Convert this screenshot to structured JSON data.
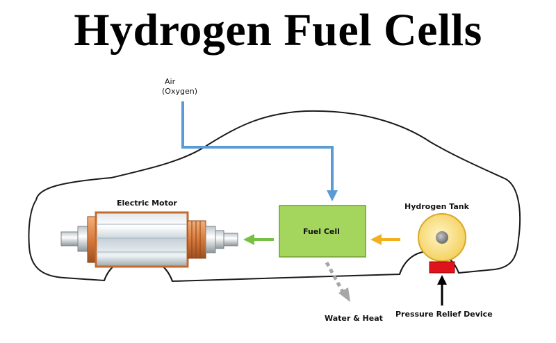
{
  "title": "Hydrogen Fuel Cells",
  "labels": {
    "air": "Air",
    "oxygen": "(Oxygen)",
    "electric_motor": "Electric Motor",
    "fuel_cell": "Fuel Cell",
    "hydrogen_tank": "Hydrogen Tank",
    "water_heat": "Water & Heat",
    "pressure_relief": "Pressure Relief Device"
  },
  "colors": {
    "air_arrow": "#5b9bd5",
    "power_arrow": "#77c043",
    "hydrogen_arrow": "#f2b01e",
    "fuel_cell_fill": "#a4d65e",
    "tank_fill": "#fbe28c",
    "relief_device": "#e0121b",
    "motor_copper": "#d87a3c",
    "water_arrow": "#a6a6a6"
  }
}
